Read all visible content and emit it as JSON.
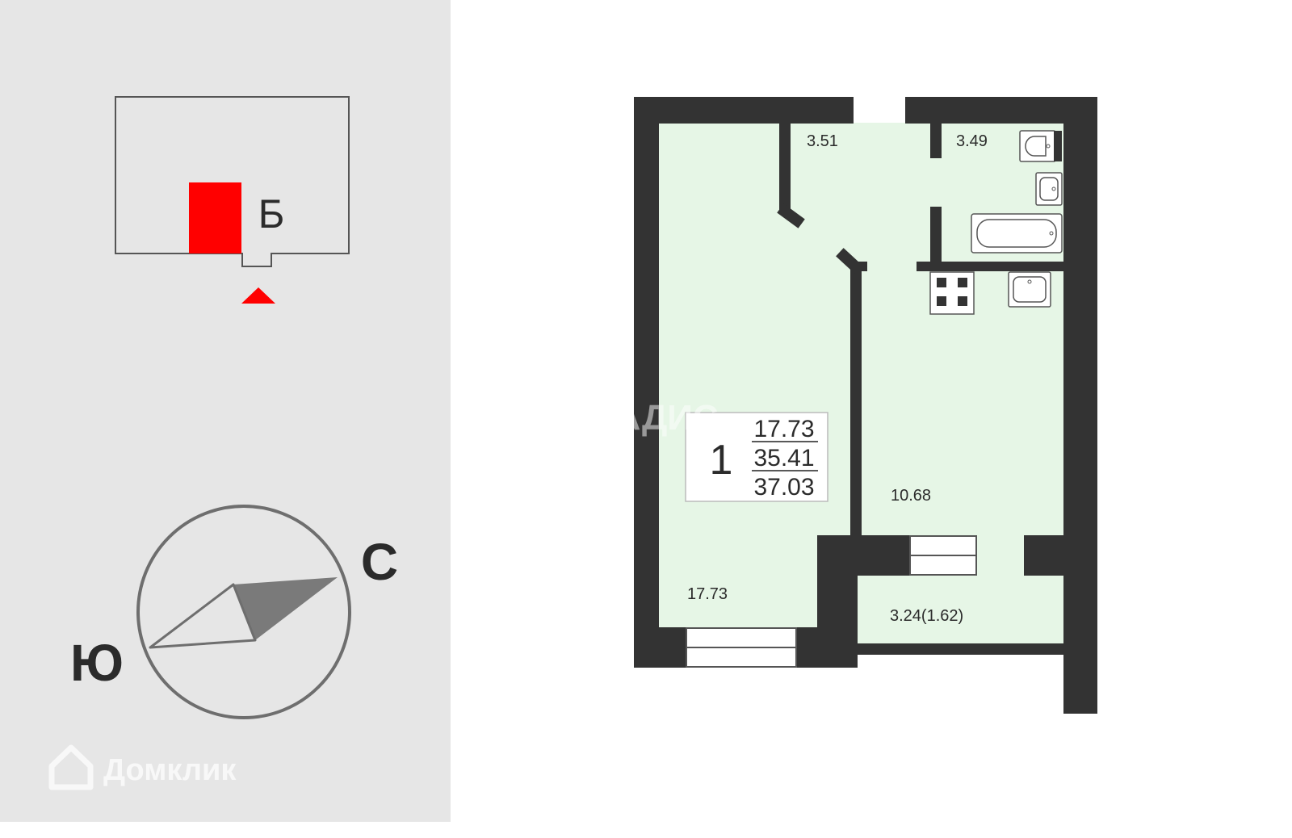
{
  "site_plan": {
    "section_label": "Б"
  },
  "compass": {
    "north_label": "С",
    "south_label": "Ю"
  },
  "apartment": {
    "rooms": "1",
    "living_area": "17.73",
    "total_area": "35.41",
    "total_with_balcony": "37.03"
  },
  "room_areas": {
    "hallway": "3.51",
    "bathroom": "3.49",
    "living_room": "17.73",
    "kitchen": "10.68",
    "balcony": "3.24(1.62)"
  },
  "watermarks": {
    "developer": "ВЛАДИС",
    "platform": "Домклик"
  },
  "colors": {
    "wall": "#333333",
    "floor": "#e6f6e6",
    "highlight": "#ff0000",
    "panel": "#e6e6e6"
  }
}
